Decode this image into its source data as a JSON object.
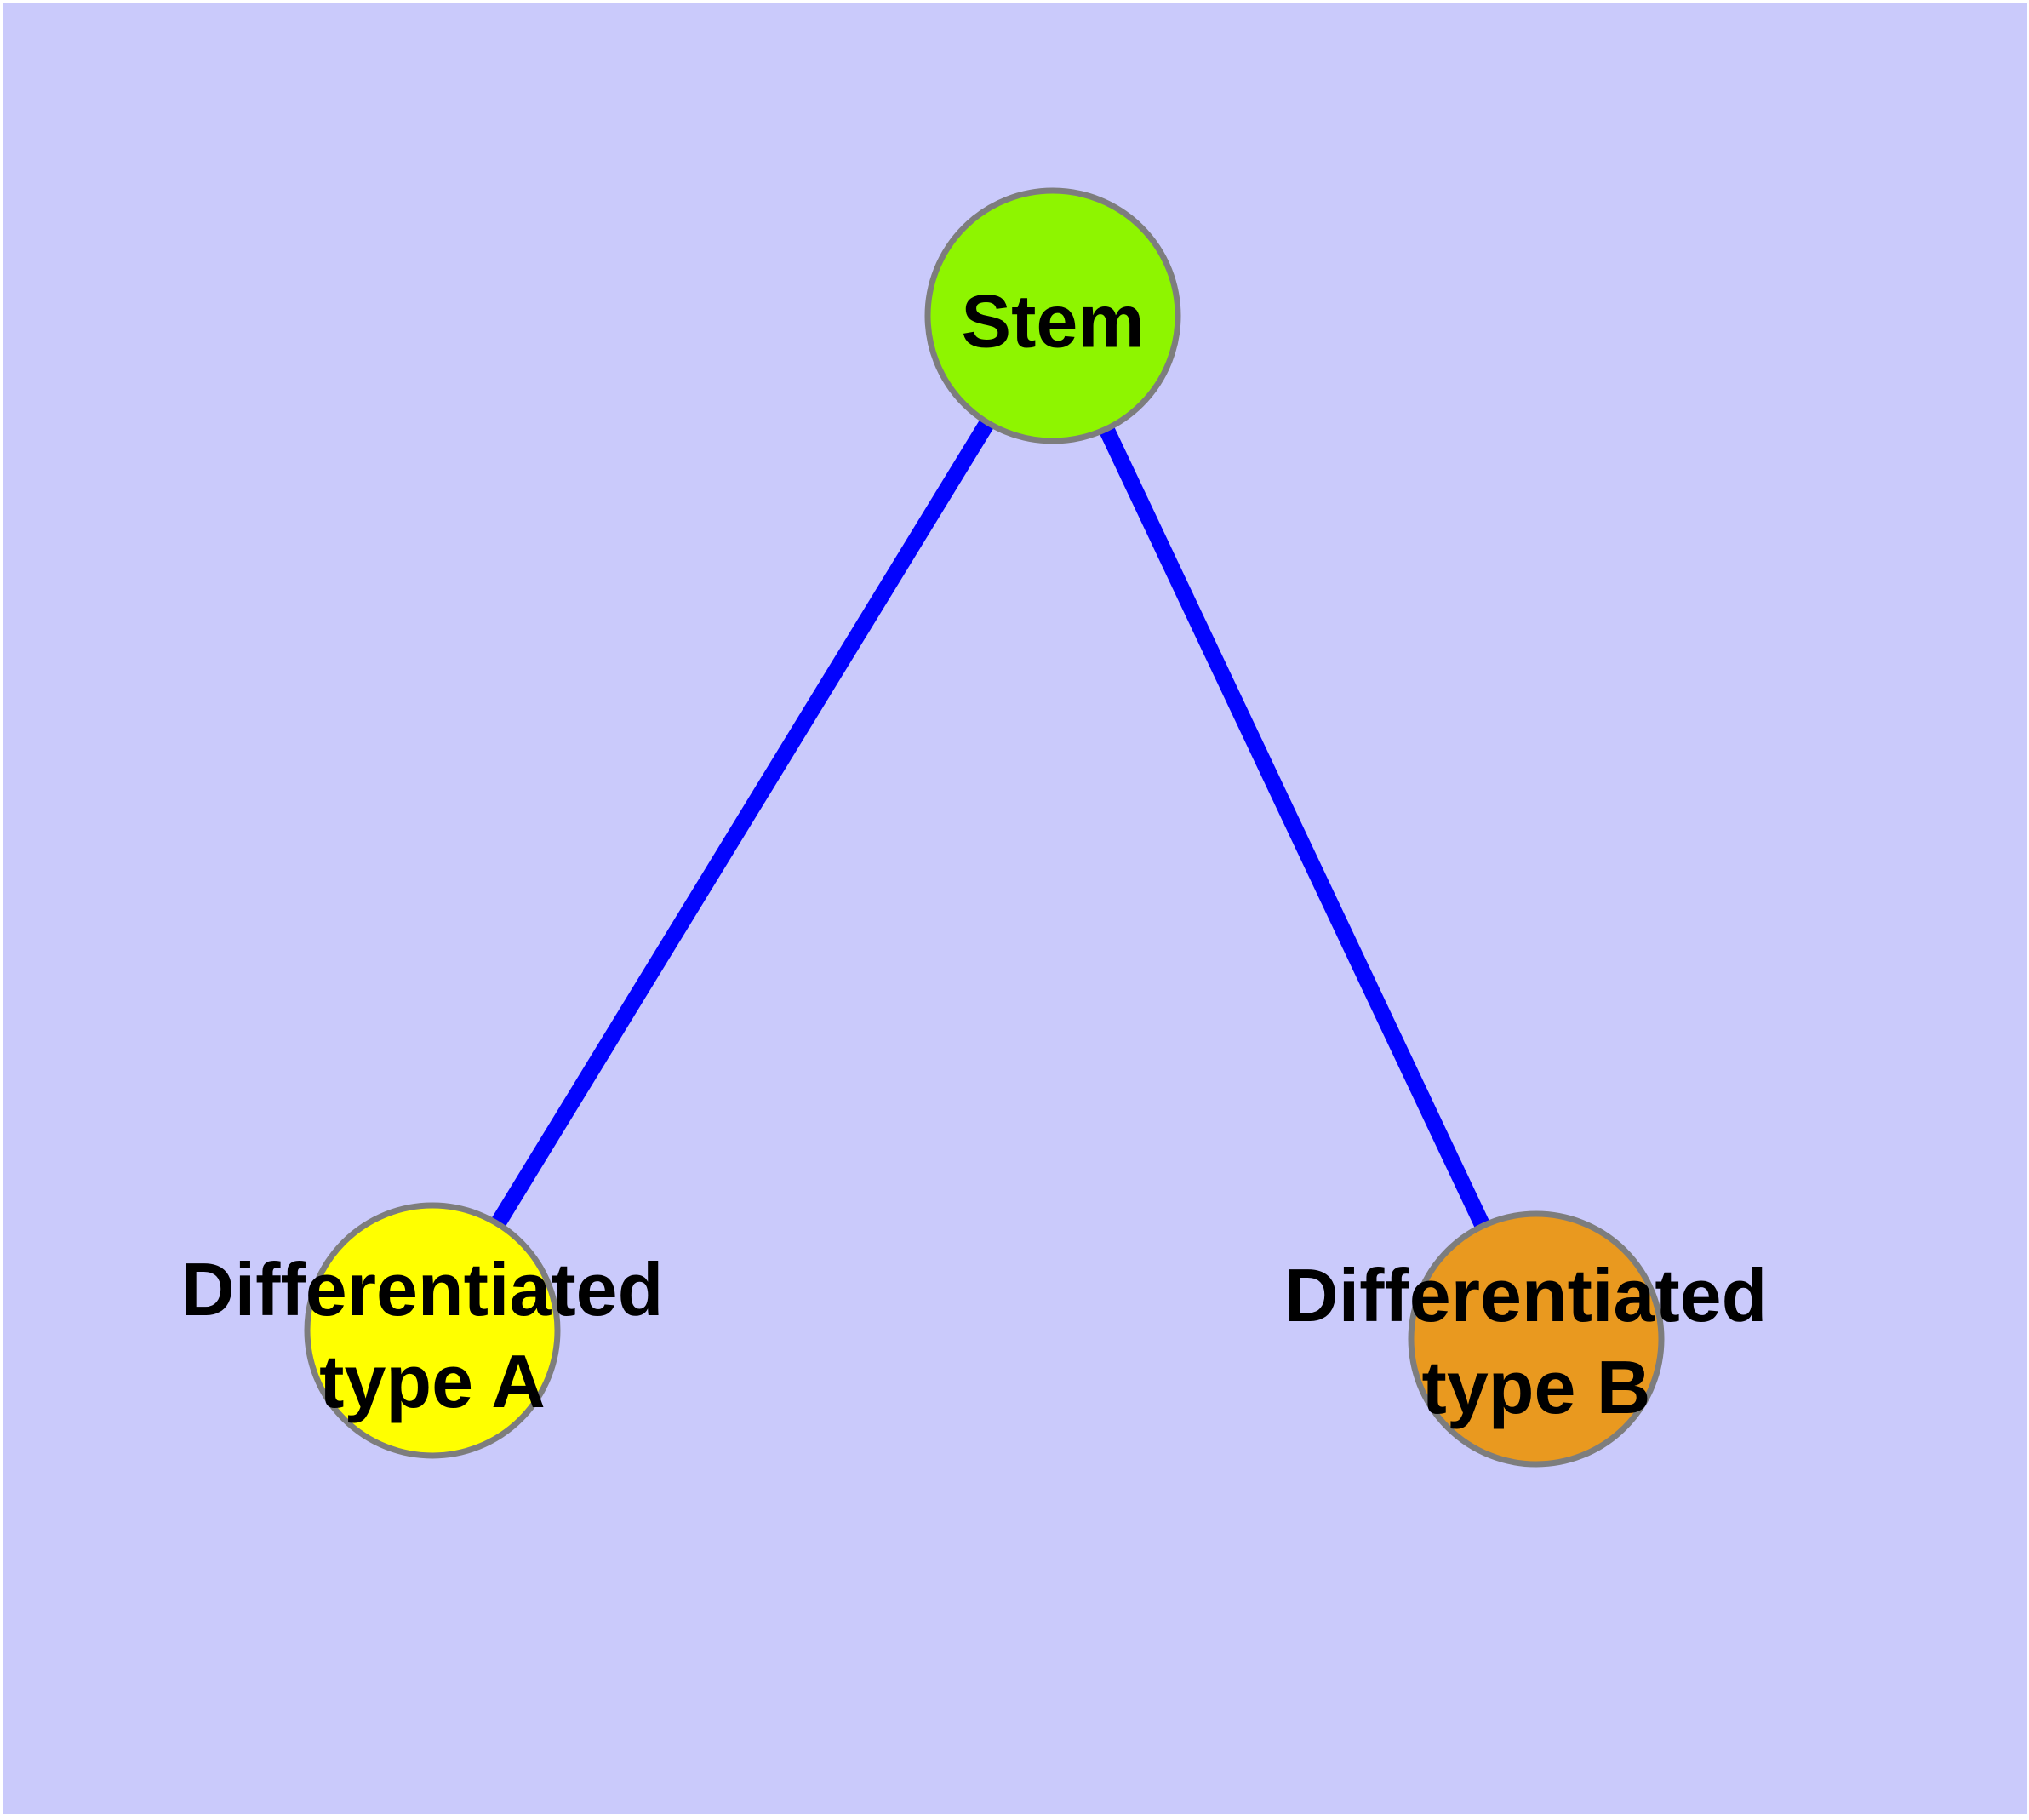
{
  "diagram": {
    "type": "graph",
    "background_color": "#CACAFB",
    "page_color": "#FFFFFF",
    "edge_color": "#0202FE",
    "node_border_color": "#7D7D7D",
    "label_color": "#000000",
    "nodes": [
      {
        "id": "stem",
        "label": "Stem",
        "fill": "#8EF500"
      },
      {
        "id": "differentiated-type-a",
        "label": "Differentiated type A",
        "line1": "Differentiated",
        "line2": "type A",
        "fill": "#FFFF00"
      },
      {
        "id": "differentiated-type-b",
        "label": "Differentiated type B",
        "line1": "Differentiated",
        "line2": "type B",
        "fill": "#E9991F"
      }
    ],
    "edges": [
      {
        "from": "Stem",
        "to": "Differentiated type A"
      },
      {
        "from": "Stem",
        "to": "Differentiated type B"
      }
    ]
  }
}
